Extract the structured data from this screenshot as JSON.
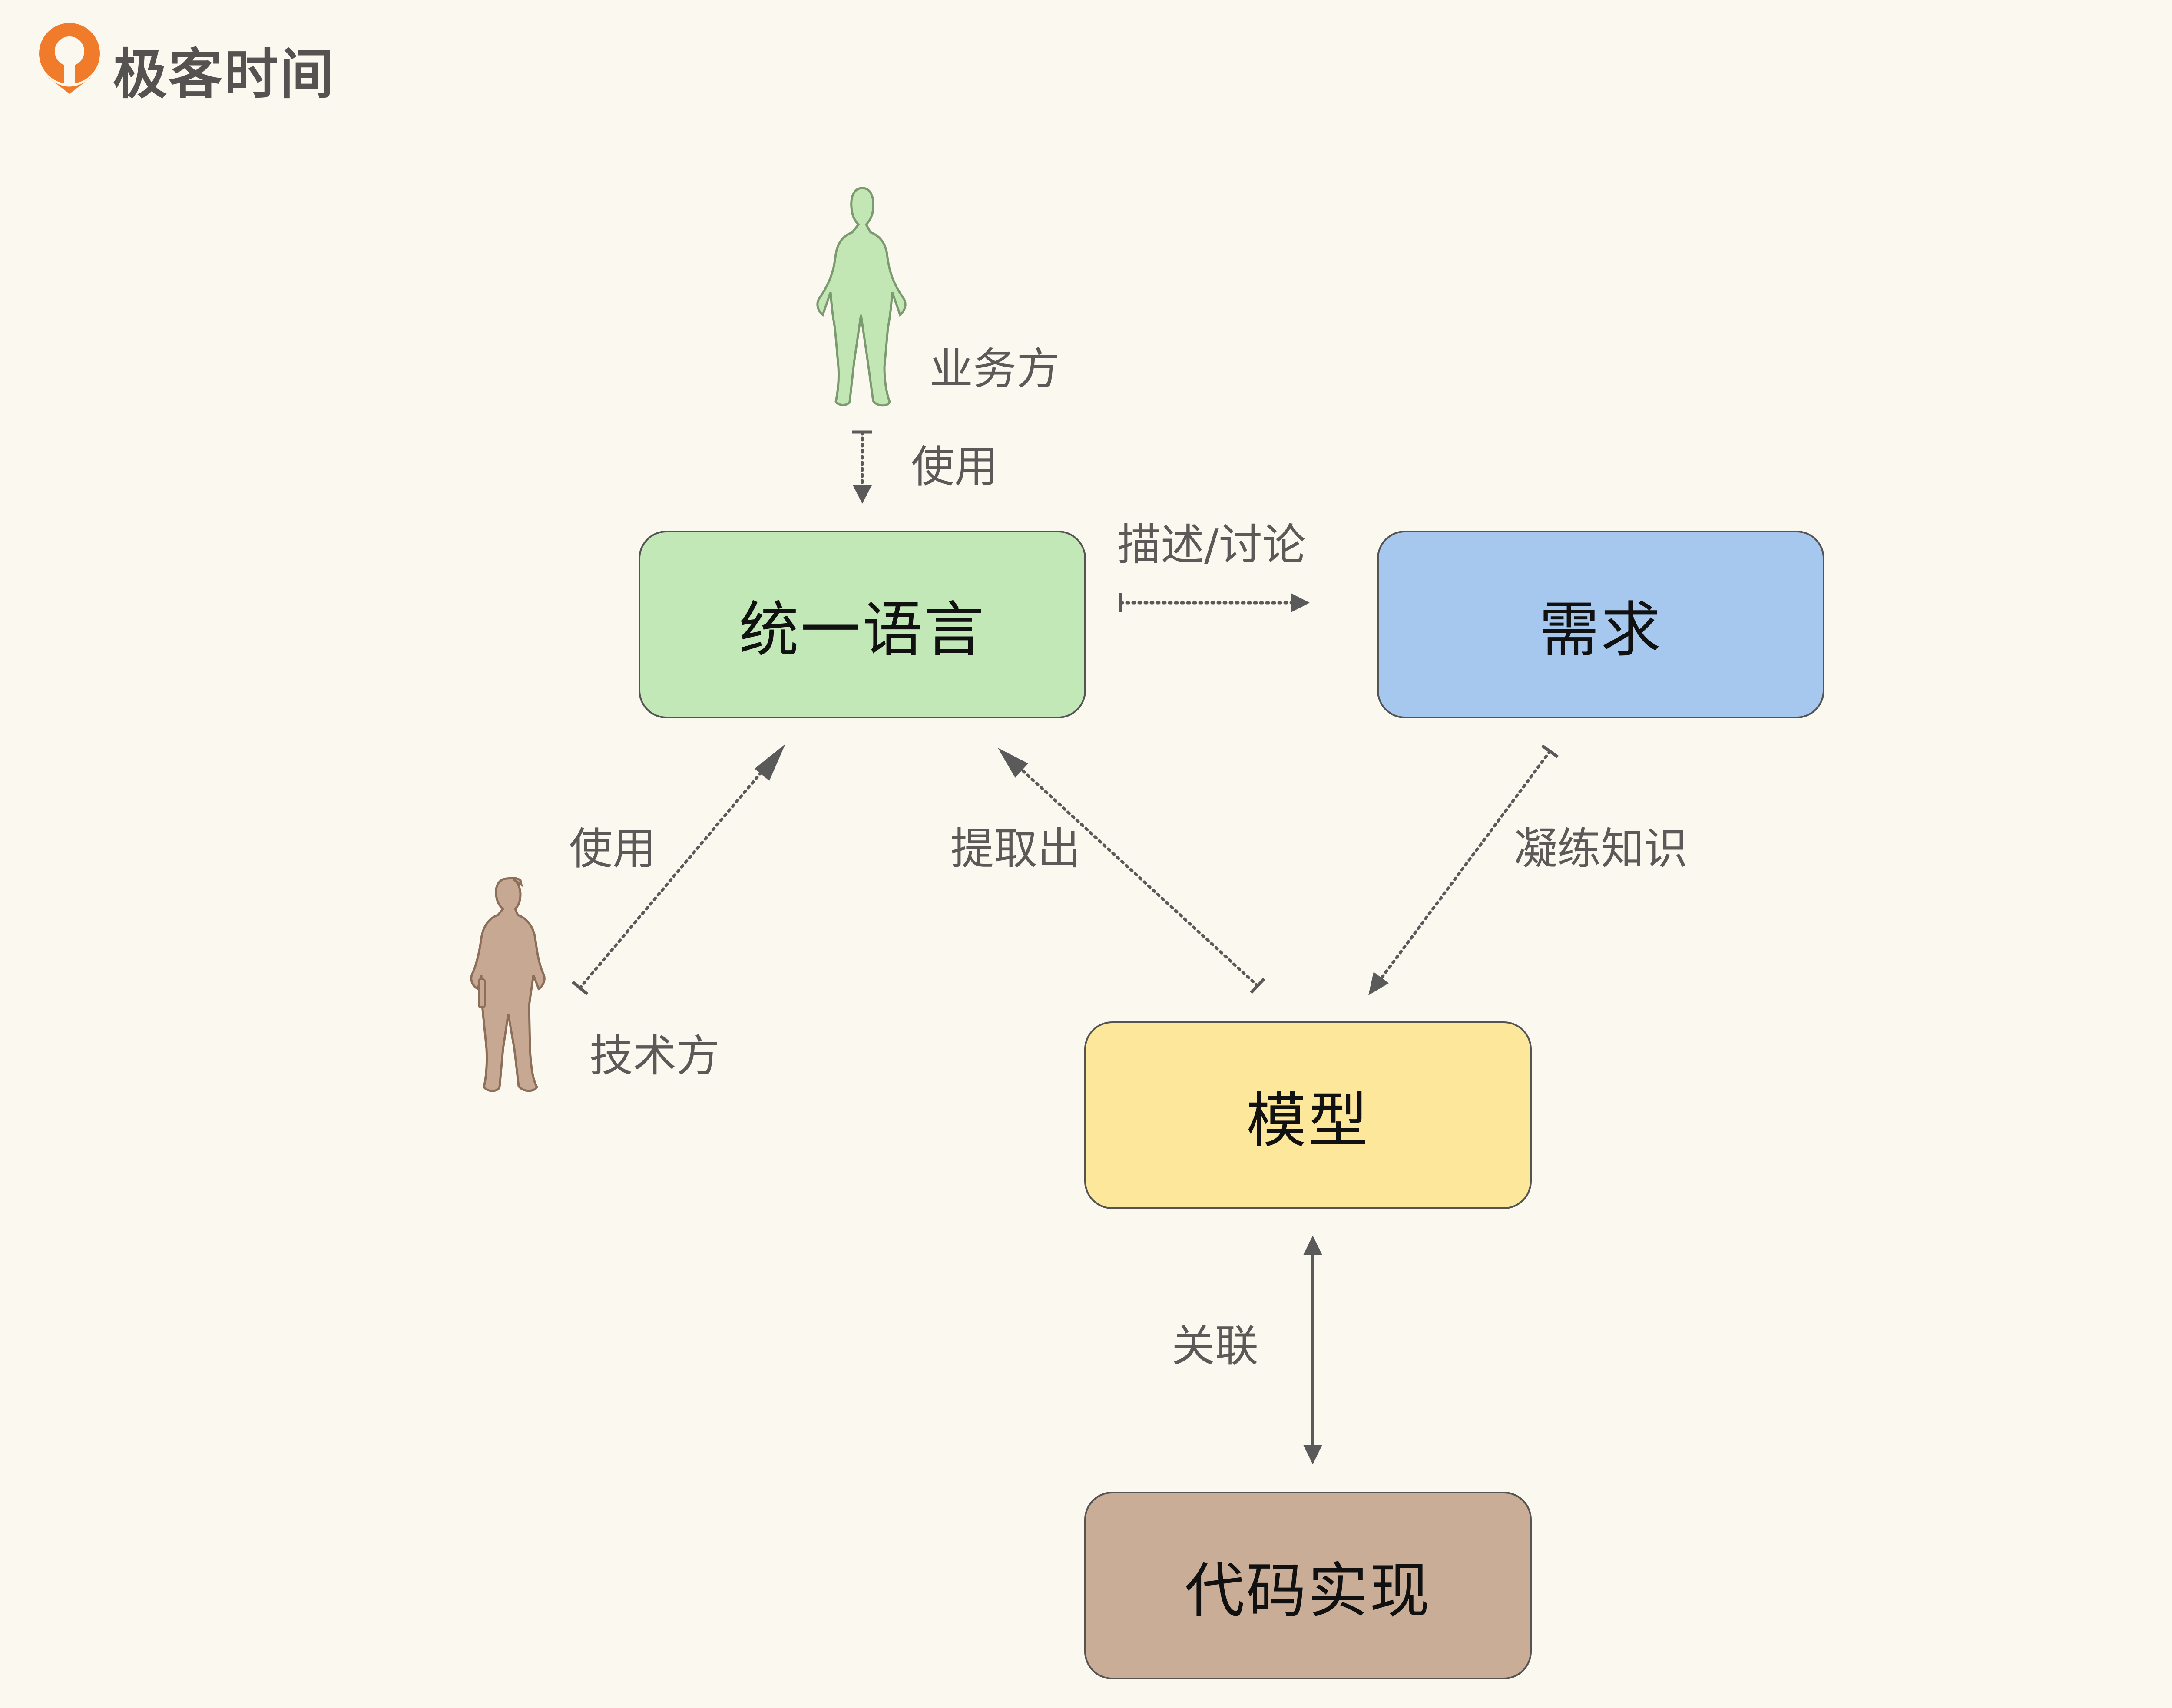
{
  "header": {
    "brand_name": "极客时间",
    "brand_color": "#f07c2b"
  },
  "diagram": {
    "actors": [
      {
        "id": "business",
        "label": "业务方",
        "color": "#c2e6b4",
        "icon": "woman-silhouette-icon"
      },
      {
        "id": "tech",
        "label": "技术方",
        "color": "#c7a892",
        "icon": "worker-silhouette-icon"
      }
    ],
    "nodes": [
      {
        "id": "ubiquitous_language",
        "label": "统一语言",
        "color": "#c2e8b8"
      },
      {
        "id": "requirements",
        "label": "需求",
        "color": "#a6c8ef"
      },
      {
        "id": "model",
        "label": "模型",
        "color": "#fde79a"
      },
      {
        "id": "code",
        "label": "代码实现",
        "color": "#c9ad96"
      }
    ],
    "edges": [
      {
        "from": "business",
        "to": "ubiquitous_language",
        "label": "使用",
        "style": "dotted"
      },
      {
        "from": "ubiquitous_language",
        "to": "requirements",
        "label": "描述/讨论",
        "style": "dotted"
      },
      {
        "from": "tech",
        "to": "ubiquitous_language",
        "label": "使用",
        "style": "dotted"
      },
      {
        "from": "model",
        "to": "ubiquitous_language",
        "label": "提取出",
        "style": "dotted"
      },
      {
        "from": "requirements",
        "to": "model",
        "label": "凝练知识",
        "style": "dotted"
      },
      {
        "from": "model",
        "to": "code",
        "label": "关联",
        "style": "solid-bidirectional"
      }
    ]
  }
}
